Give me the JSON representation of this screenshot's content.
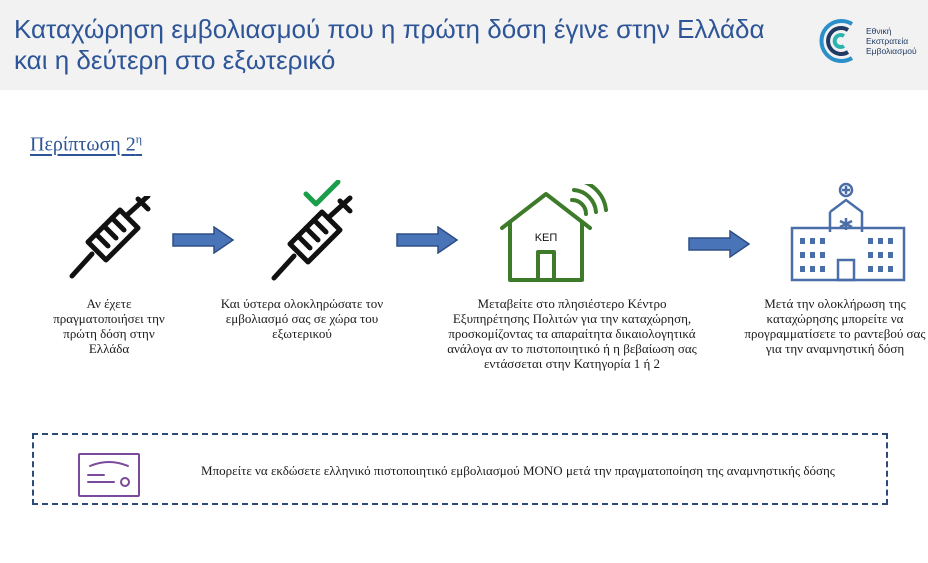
{
  "header": {
    "title": "Καταχώρηση εμβολιασμού που η πρώτη δόση έγινε στην Ελλάδα και η δεύτερη στο εξωτερικό",
    "logo_lines": [
      "Εθνική",
      "Εκστρατεία",
      "Εμβολιασμού"
    ]
  },
  "case": {
    "label": "Περίπτωση 2",
    "sup": "η"
  },
  "steps": [
    {
      "text": "Αν έχετε πραγματοποιήσει την πρώτη δόση στην Ελλάδα",
      "icon": "syringe-icon"
    },
    {
      "text": "Και ύστερα ολοκληρώσατε τον εμβολιασμό σας σε χώρα του εξωτερικού",
      "icon": "syringe-check-icon"
    },
    {
      "text": "Μεταβείτε στο πλησιέστερο Κέντρο Εξυπηρέτησης Πολιτών για την καταχώρηση, προσκομίζοντας τα απαραίτητα δικαιολογητικά ανάλογα αν το πιστοποιητικό ή η βεβαίωση σας εντάσσεται στην Κατηγορία 1 ή 2",
      "icon": "kep-house-icon",
      "icon_label": "ΚΕΠ"
    },
    {
      "text": "Μετά την ολοκλήρωση της καταχώρησης μπορείτε να προγραμματίσετε το ραντεβού σας για την αναμνηστική δόση",
      "icon": "hospital-icon"
    }
  ],
  "notice": {
    "text": "Μπορείτε να εκδώσετε ελληνικό πιστοποιητικό εμβολιασμού ΜΟΝΟ μετά την πραγματοποίηση της αναμνηστικής δόσης",
    "icon": "certificate-icon"
  },
  "colors": {
    "title": "#2e5597",
    "arrow": "#4a74b8",
    "check": "#1a9e4a",
    "house": "#3d7a2a",
    "hospital": "#4a6fa8",
    "certificate": "#7b4a9a"
  }
}
